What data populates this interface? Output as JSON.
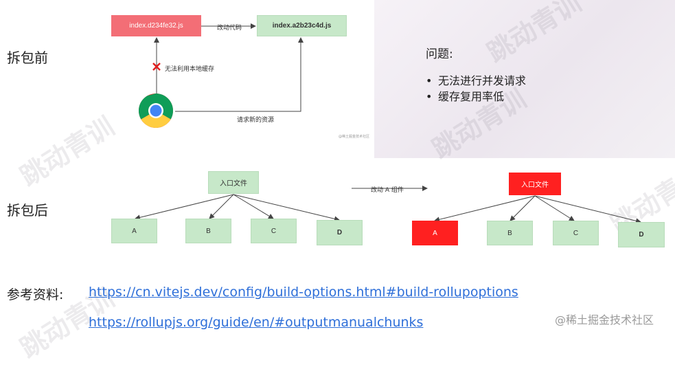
{
  "before": {
    "label": "拆包前",
    "old_file": "index.d234fe32.js",
    "new_file": "index.a2b23c4d.js",
    "edit_label": "改动代码",
    "cache_fail_label": "无法利用本地缓存",
    "request_label": "请求新的资源",
    "small_note": "@稀土掘金技术社区"
  },
  "issues": {
    "title": "问题:",
    "items": [
      "无法进行并发请求",
      "缓存复用率低"
    ]
  },
  "after": {
    "label": "拆包后",
    "entry_label": "入口文件",
    "change_label": "改动 A 组件",
    "left_nodes": [
      "A",
      "B",
      "C",
      "D"
    ],
    "right_nodes": [
      "A",
      "B",
      "C",
      "D"
    ]
  },
  "refs": {
    "label": "参考资料:",
    "links": [
      "https://cn.vitejs.dev/config/build-options.html#build-rollupoptions",
      "https://rollupjs.org/guide/en/#outputmanualchunks"
    ]
  },
  "footer": {
    "watermark": "@稀土掘金技术社区"
  }
}
